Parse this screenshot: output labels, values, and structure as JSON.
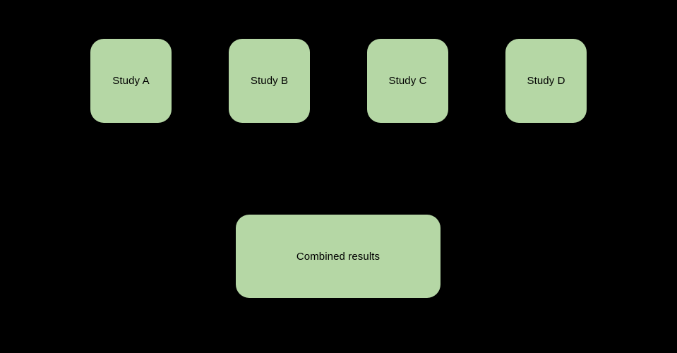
{
  "diagram": {
    "background_color": "#000000",
    "node_fill_color": "#b5d7a5",
    "node_text_color": "#000000",
    "nodes": [
      {
        "id": "study-a",
        "label": "Study A"
      },
      {
        "id": "study-b",
        "label": "Study B"
      },
      {
        "id": "study-c",
        "label": "Study C"
      },
      {
        "id": "study-d",
        "label": "Study D"
      },
      {
        "id": "combined",
        "label": "Combined results"
      }
    ]
  }
}
